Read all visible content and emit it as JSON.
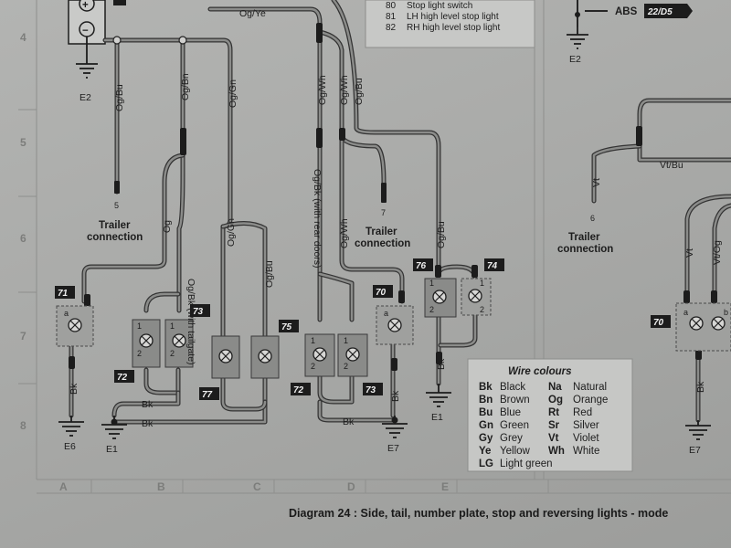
{
  "caption": "Diagram 24 : Side, tail, number plate, stop and reversing lights - mode",
  "key_items": [
    {
      "num": "80",
      "text": "Stop light switch"
    },
    {
      "num": "81",
      "text": "LH high level stop light"
    },
    {
      "num": "82",
      "text": "RH high level stop light"
    }
  ],
  "abs": {
    "label": "ABS",
    "ref": "22/D5"
  },
  "supply": {
    "plus": "+",
    "minus": "−"
  },
  "grid_rows": [
    "4",
    "5",
    "6",
    "7",
    "8"
  ],
  "grid_cols": [
    "A",
    "B",
    "C",
    "D",
    "E"
  ],
  "earths": [
    {
      "id": "e2-left",
      "label": "E2"
    },
    {
      "id": "e2-right",
      "label": "E2"
    },
    {
      "id": "e6",
      "label": "E6"
    },
    {
      "id": "e1-left",
      "label": "E1"
    },
    {
      "id": "e7-mid",
      "label": "E7"
    },
    {
      "id": "e1-right",
      "label": "E1"
    },
    {
      "id": "e7-right",
      "label": "E7"
    }
  ],
  "component_refs": [
    "71",
    "72",
    "73",
    "77",
    "75",
    "72",
    "73",
    "70",
    "76",
    "74",
    "70"
  ],
  "pin_numbers": {
    "one": "1",
    "two": "2",
    "a": "a",
    "b": "b",
    "pin5": "5",
    "pin6": "6",
    "pin7": "7"
  },
  "wire_labels": {
    "og_ye": "Og/Ye",
    "og_bu": "Og/Bu",
    "og_bn": "Og/Bn",
    "og_gn": "Og/Gn",
    "og_wh": "Og/Wh",
    "og": "Og",
    "og_bk_tailgate": "Og/Bk (with tailgate)",
    "og_bk_rear_doors": "Og/Bk (with rear doors)",
    "bk": "Bk",
    "vt": "Vt",
    "vt_bu": "Vt/Bu",
    "vt_og": "Vt/Og"
  },
  "trailer": {
    "line1": "Trailer",
    "line2": "connection"
  },
  "legend": {
    "title": "Wire colours",
    "rows": [
      {
        "c1": "Bk",
        "n1": "Black",
        "c2": "Na",
        "n2": "Natural"
      },
      {
        "c1": "Bn",
        "n1": "Brown",
        "c2": "Og",
        "n2": "Orange"
      },
      {
        "c1": "Bu",
        "n1": "Blue",
        "c2": "Rt",
        "n2": "Red"
      },
      {
        "c1": "Gn",
        "n1": "Green",
        "c2": "Sr",
        "n2": "Silver"
      },
      {
        "c1": "Gy",
        "n1": "Grey",
        "c2": "Vt",
        "n2": "Violet"
      },
      {
        "c1": "Ye",
        "n1": "Yellow",
        "c2": "Wh",
        "n2": "White"
      },
      {
        "c1": "LG",
        "n1": "Light green",
        "c2": "",
        "n2": ""
      }
    ]
  }
}
